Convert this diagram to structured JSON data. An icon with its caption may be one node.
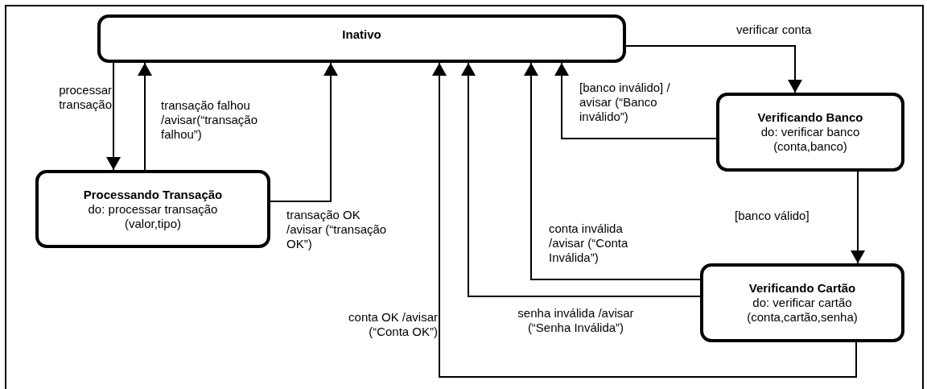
{
  "diagram": {
    "nodes": [
      {
        "text": [
          "Inativo"
        ]
      },
      {
        "text": [
          "Processando Transação",
          "do: processar transação (valor,tipo)"
        ]
      },
      {
        "text": [
          "Verificando Banco",
          "do: verificar banco (conta,banco)"
        ]
      },
      {
        "text": [
          "Verificando Cartão",
          "do: verificar cartão (conta,cartão,senha)"
        ]
      }
    ],
    "edges": [
      {
        "from": 0,
        "to": 1,
        "arrow": "to",
        "label": "processar transação"
      },
      {
        "from": 1,
        "to": 0,
        "arrow": "to",
        "label": "transação falhou /avisar(“transação falhou”)"
      },
      {
        "from": 1,
        "to": 0,
        "arrow": "to",
        "label": "transação OK /avisar (“transação OK”)"
      },
      {
        "from": 0,
        "to": 2,
        "arrow": "to",
        "label": "verificar conta"
      },
      {
        "from": 2,
        "to": 0,
        "arrow": "to",
        "label": "[banco inválido] / avisar (“Banco inválido”)"
      },
      {
        "from": 2,
        "to": 3,
        "arrow": "to",
        "label": "[banco válido]"
      },
      {
        "from": 3,
        "to": 0,
        "arrow": "to",
        "label": "conta inválida /avisar (“Conta Inválida”)"
      },
      {
        "from": 3,
        "to": 0,
        "arrow": "to",
        "label": "senha inválida /avisar (“Senha Inválida”)"
      },
      {
        "from": 3,
        "to": 0,
        "arrow": "to",
        "label": "conta OK /avisar (“Conta OK”)"
      }
    ]
  }
}
